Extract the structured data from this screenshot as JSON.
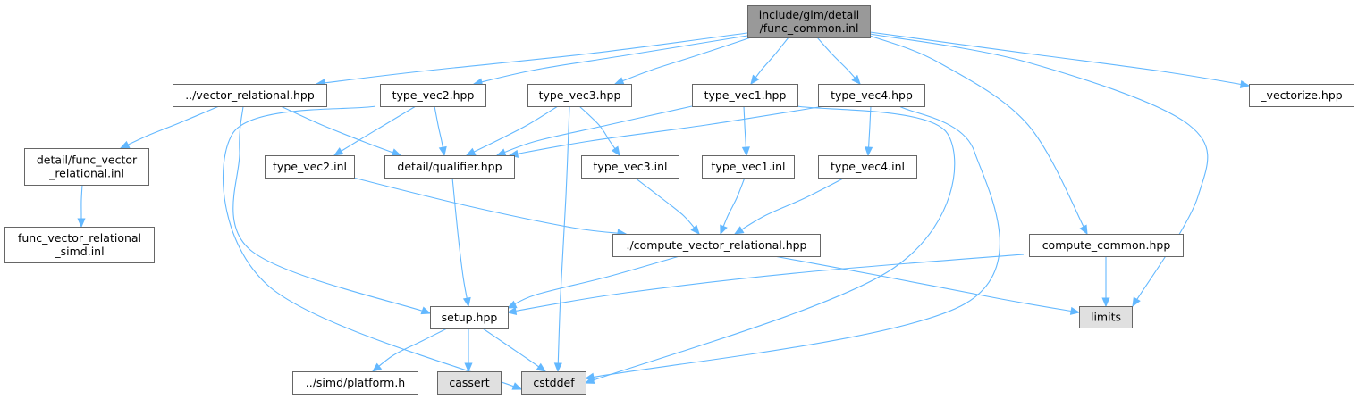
{
  "colors": {
    "root_fill": "#999999",
    "normal_fill": "#ffffff",
    "system_fill": "#e0e0e0",
    "border": "#666666",
    "edge": "#63b8ff"
  },
  "nodes": [
    {
      "id": "func_common",
      "lines": [
        "include/glm/detail",
        "/func_common.inl"
      ],
      "kind": "root"
    },
    {
      "id": "vector_relational",
      "lines": [
        "../vector_relational.hpp"
      ],
      "kind": "normal"
    },
    {
      "id": "type_vec2_hpp",
      "lines": [
        "type_vec2.hpp"
      ],
      "kind": "normal"
    },
    {
      "id": "type_vec3_hpp",
      "lines": [
        "type_vec3.hpp"
      ],
      "kind": "normal"
    },
    {
      "id": "type_vec1_hpp",
      "lines": [
        "type_vec1.hpp"
      ],
      "kind": "normal"
    },
    {
      "id": "type_vec4_hpp",
      "lines": [
        "type_vec4.hpp"
      ],
      "kind": "normal"
    },
    {
      "id": "vectorize",
      "lines": [
        "_vectorize.hpp"
      ],
      "kind": "normal"
    },
    {
      "id": "func_vector_relational_inl",
      "lines": [
        "detail/func_vector",
        "_relational.inl"
      ],
      "kind": "normal"
    },
    {
      "id": "type_vec2_inl",
      "lines": [
        "type_vec2.inl"
      ],
      "kind": "normal"
    },
    {
      "id": "qualifier",
      "lines": [
        "detail/qualifier.hpp"
      ],
      "kind": "normal"
    },
    {
      "id": "type_vec3_inl",
      "lines": [
        "type_vec3.inl"
      ],
      "kind": "normal"
    },
    {
      "id": "type_vec1_inl",
      "lines": [
        "type_vec1.inl"
      ],
      "kind": "normal"
    },
    {
      "id": "type_vec4_inl",
      "lines": [
        "type_vec4.inl"
      ],
      "kind": "normal"
    },
    {
      "id": "func_vector_relational_simd",
      "lines": [
        "func_vector_relational",
        "_simd.inl"
      ],
      "kind": "normal"
    },
    {
      "id": "compute_vector_relational",
      "lines": [
        "./compute_vector_relational.hpp"
      ],
      "kind": "normal"
    },
    {
      "id": "compute_common",
      "lines": [
        "compute_common.hpp"
      ],
      "kind": "normal"
    },
    {
      "id": "setup",
      "lines": [
        "setup.hpp"
      ],
      "kind": "normal"
    },
    {
      "id": "limits",
      "lines": [
        "limits"
      ],
      "kind": "system"
    },
    {
      "id": "platform",
      "lines": [
        "../simd/platform.h"
      ],
      "kind": "normal"
    },
    {
      "id": "cassert",
      "lines": [
        "cassert"
      ],
      "kind": "system"
    },
    {
      "id": "cstddef",
      "lines": [
        "cstddef"
      ],
      "kind": "system"
    }
  ],
  "edges": [
    {
      "from": "func_common",
      "to": "vector_relational"
    },
    {
      "from": "func_common",
      "to": "type_vec2_hpp"
    },
    {
      "from": "func_common",
      "to": "type_vec3_hpp"
    },
    {
      "from": "func_common",
      "to": "type_vec1_hpp"
    },
    {
      "from": "func_common",
      "to": "type_vec4_hpp"
    },
    {
      "from": "func_common",
      "to": "vectorize"
    },
    {
      "from": "func_common",
      "to": "compute_common"
    },
    {
      "from": "func_common",
      "to": "limits"
    },
    {
      "from": "vector_relational",
      "to": "func_vector_relational_inl"
    },
    {
      "from": "vector_relational",
      "to": "qualifier"
    },
    {
      "from": "vector_relational",
      "to": "setup"
    },
    {
      "from": "func_vector_relational_inl",
      "to": "func_vector_relational_simd"
    },
    {
      "from": "type_vec2_hpp",
      "to": "type_vec2_inl"
    },
    {
      "from": "type_vec2_hpp",
      "to": "qualifier"
    },
    {
      "from": "type_vec2_hpp",
      "to": "cstddef"
    },
    {
      "from": "type_vec3_hpp",
      "to": "qualifier"
    },
    {
      "from": "type_vec3_hpp",
      "to": "type_vec3_inl"
    },
    {
      "from": "type_vec3_hpp",
      "to": "cstddef"
    },
    {
      "from": "type_vec1_hpp",
      "to": "qualifier"
    },
    {
      "from": "type_vec1_hpp",
      "to": "type_vec1_inl"
    },
    {
      "from": "type_vec1_hpp",
      "to": "cstddef"
    },
    {
      "from": "type_vec4_hpp",
      "to": "qualifier"
    },
    {
      "from": "type_vec4_hpp",
      "to": "type_vec4_inl"
    },
    {
      "from": "type_vec4_hpp",
      "to": "cstddef"
    },
    {
      "from": "type_vec2_inl",
      "to": "compute_vector_relational"
    },
    {
      "from": "type_vec3_inl",
      "to": "compute_vector_relational"
    },
    {
      "from": "type_vec1_inl",
      "to": "compute_vector_relational"
    },
    {
      "from": "type_vec4_inl",
      "to": "compute_vector_relational"
    },
    {
      "from": "qualifier",
      "to": "setup"
    },
    {
      "from": "compute_vector_relational",
      "to": "setup"
    },
    {
      "from": "compute_vector_relational",
      "to": "limits"
    },
    {
      "from": "compute_common",
      "to": "setup"
    },
    {
      "from": "compute_common",
      "to": "limits"
    },
    {
      "from": "setup",
      "to": "platform"
    },
    {
      "from": "setup",
      "to": "cassert"
    },
    {
      "from": "setup",
      "to": "cstddef"
    }
  ]
}
